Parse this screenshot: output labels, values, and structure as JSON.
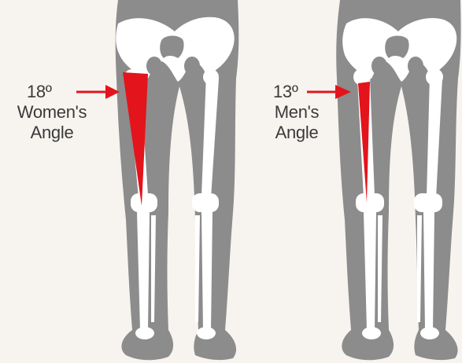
{
  "figures": [
    {
      "id": "women",
      "angle": "18º",
      "line1": "Women's",
      "line2": "Angle"
    },
    {
      "id": "men",
      "angle": "13º",
      "line1": "Men's",
      "line2": "Angle"
    }
  ],
  "colors": {
    "background": "#f7f4f0",
    "silhouette": "#8c8c8c",
    "bone": "#ffffff",
    "highlight": "#e3141b",
    "text": "#3a3a3a"
  }
}
